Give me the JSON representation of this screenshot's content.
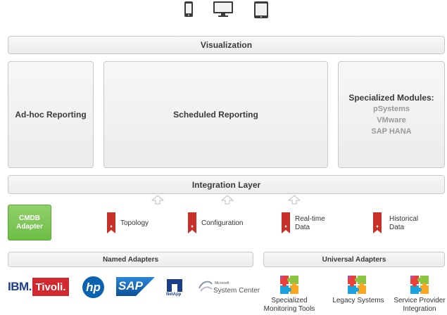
{
  "layers": {
    "visualization": "Visualization",
    "adhoc": "Ad-hoc Reporting",
    "scheduled": "Scheduled Reporting",
    "integration": "Integration Layer"
  },
  "modules": {
    "title": "Specialized Modules:",
    "items": [
      "pSystems",
      "VMware",
      "SAP HANA"
    ]
  },
  "cmdb": {
    "line1": "CMDB",
    "line2": "Adapter"
  },
  "data_types": [
    {
      "line1": "Topology",
      "line2": ""
    },
    {
      "line1": "Configuration",
      "line2": ""
    },
    {
      "line1": "Real-time",
      "line2": "Data"
    },
    {
      "line1": "Historical",
      "line2": "Data"
    }
  ],
  "adapters": {
    "named": "Named Adapters",
    "universal": "Universal Adapters"
  },
  "logos": {
    "ibm": "IBM.",
    "tivoli": "Tivoli.",
    "hp": "hp",
    "sap": "SAP",
    "netapp": "NetApp",
    "microsoft": "Microsoft",
    "system_center": "System Center"
  },
  "sources": [
    {
      "line1": "Specialized",
      "line2": "Monitoring Tools"
    },
    {
      "line1": "Legacy Systems",
      "line2": ""
    },
    {
      "line1": "Service Provider",
      "line2": "Integration"
    }
  ],
  "colors": {
    "flag_red": "#c8302a",
    "cmdb_green": "#6cbd45",
    "tivoli_red": "#d1292f",
    "sap_blue": "#1b6fc2",
    "hp_blue": "#0a62b0"
  },
  "icons": [
    "phone-icon",
    "monitor-icon",
    "tablet-icon",
    "puzzle-icon"
  ]
}
